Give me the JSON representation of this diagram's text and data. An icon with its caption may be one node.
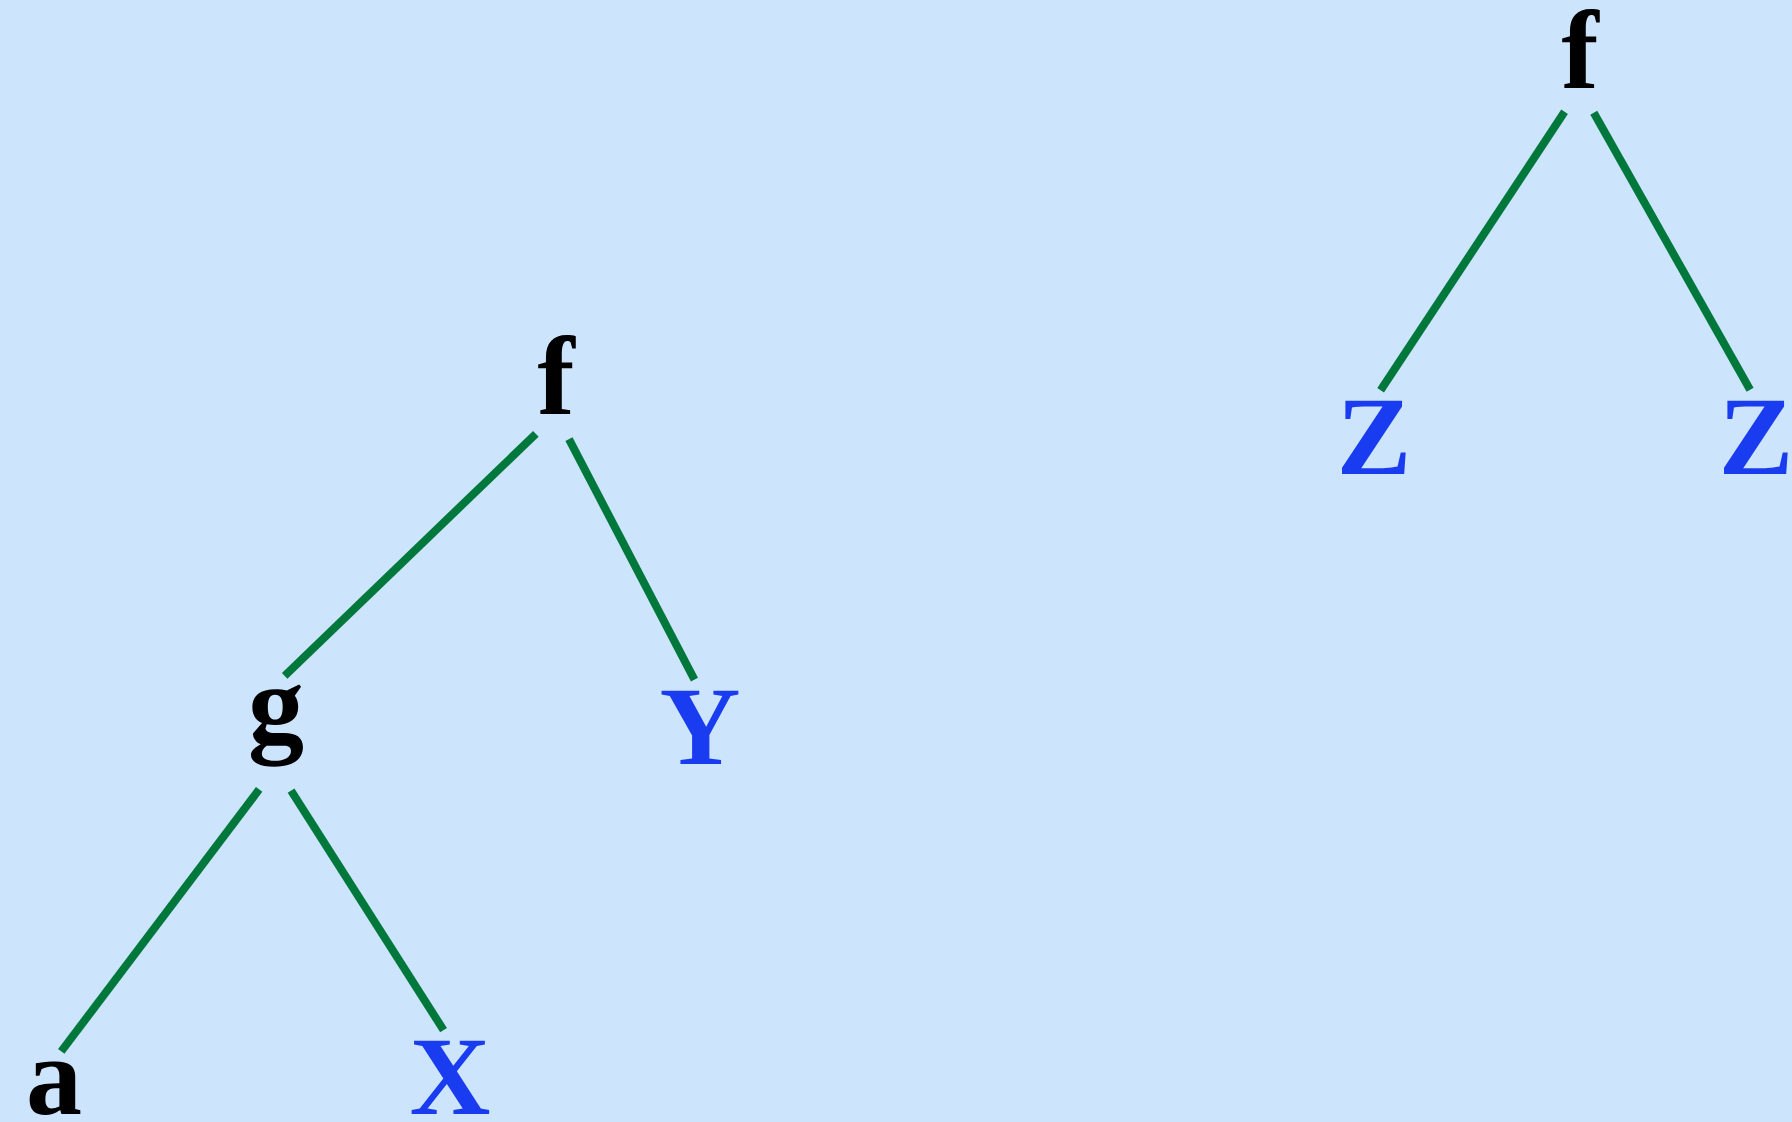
{
  "diagram": {
    "nodes": [
      {
        "text": [
          "f"
        ]
      },
      {
        "text": [
          "g"
        ]
      },
      {
        "text": [
          "Y"
        ]
      },
      {
        "text": [
          "a"
        ]
      },
      {
        "text": [
          "X"
        ]
      },
      {
        "text": [
          "f"
        ]
      },
      {
        "text": [
          "Z"
        ]
      },
      {
        "text": [
          "Z"
        ]
      }
    ],
    "edges": [
      {
        "from": 0,
        "to": 1,
        "arrow": "none"
      },
      {
        "from": 0,
        "to": 2,
        "arrow": "none"
      },
      {
        "from": 1,
        "to": 3,
        "arrow": "none"
      },
      {
        "from": 1,
        "to": 4,
        "arrow": "none"
      },
      {
        "from": 5,
        "to": 6,
        "arrow": "none"
      },
      {
        "from": 5,
        "to": 7,
        "arrow": "none"
      }
    ]
  }
}
